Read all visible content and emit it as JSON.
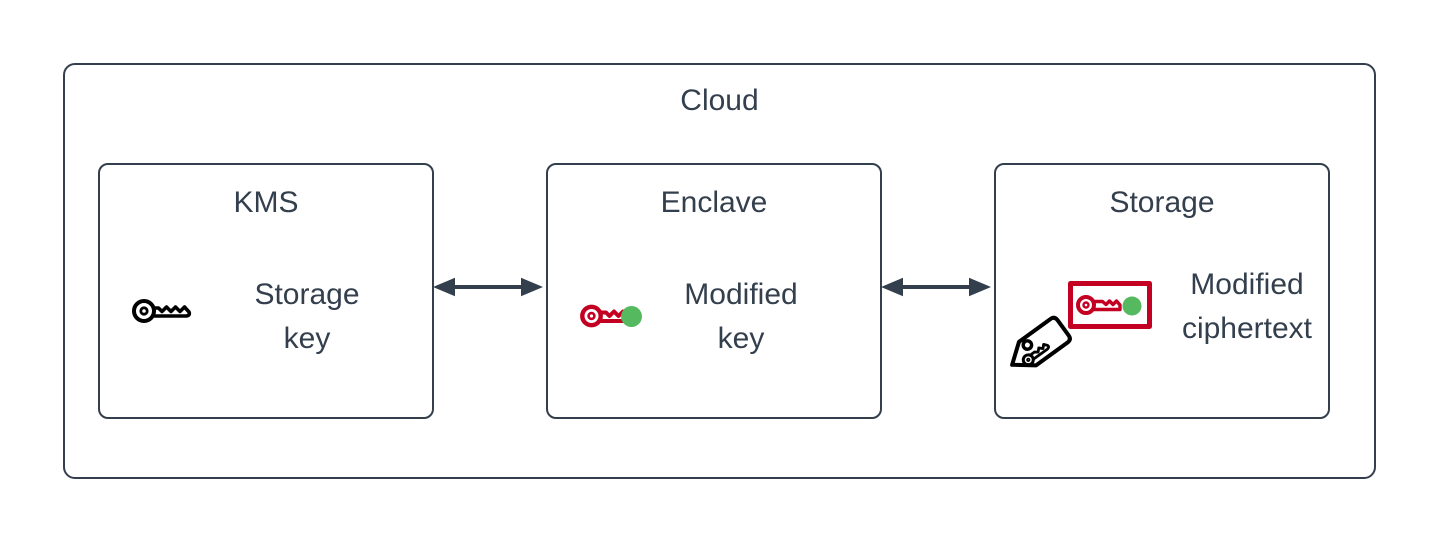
{
  "diagram": {
    "title": "Cloud",
    "type": "architecture-diagram"
  },
  "nodes": {
    "kms": {
      "title": "KMS",
      "label_line1": "Storage",
      "label_line2": "key",
      "icon": "key-icon"
    },
    "enclave": {
      "title": "Enclave",
      "label_line1": "Modified",
      "label_line2": "key",
      "icon": "modified-key-icon"
    },
    "storage": {
      "title": "Storage",
      "label_line1": "Modified",
      "label_line2": "ciphertext",
      "icons": [
        "tag-key-icon",
        "modified-ciphertext-icon"
      ]
    }
  },
  "connectors": [
    {
      "from": "KMS",
      "to": "Enclave",
      "style": "double-headed-arrow"
    },
    {
      "from": "Enclave",
      "to": "Storage",
      "style": "double-headed-arrow"
    }
  ],
  "colors": {
    "outline": "#333f4d",
    "text": "#333f4d",
    "icon_black": "#000000",
    "modified_red": "#c40022",
    "verified_green": "#54b95f",
    "background": "#ffffff"
  }
}
